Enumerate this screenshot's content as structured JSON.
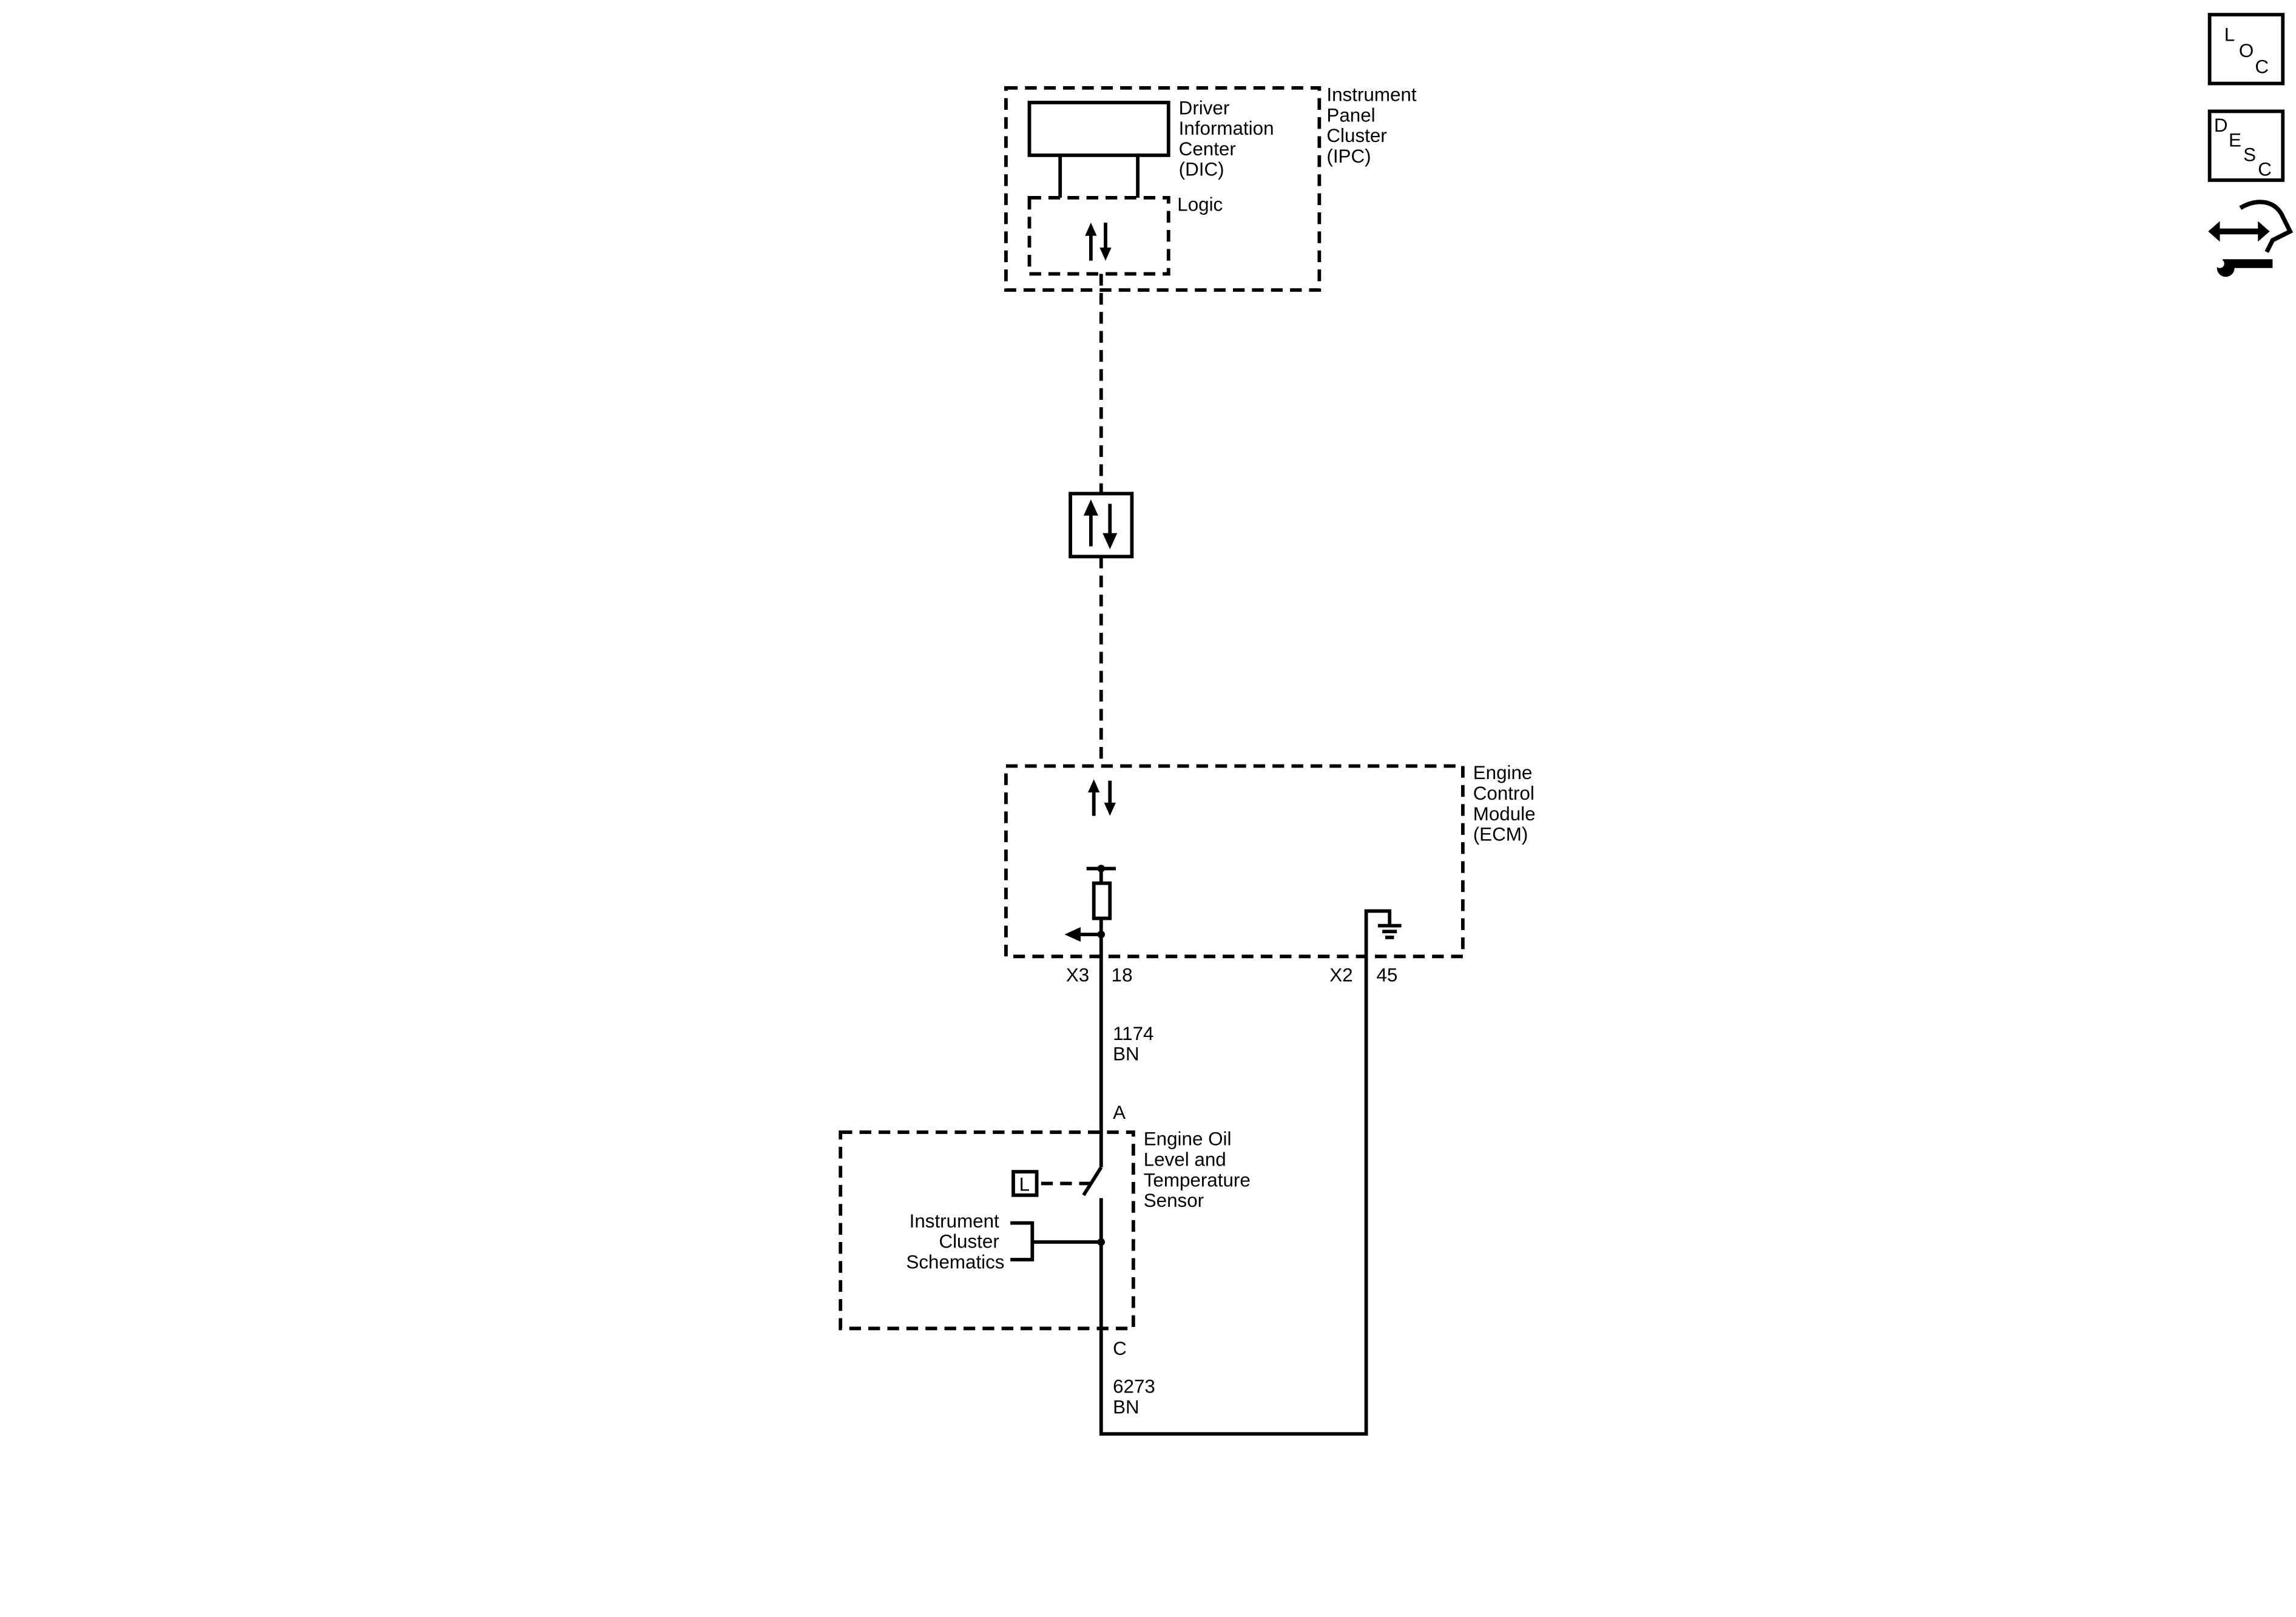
{
  "ipc": {
    "label": [
      "Instrument",
      "Panel",
      "Cluster",
      "(IPC)"
    ],
    "dic_label": [
      "Driver",
      "Information",
      "Center",
      "(DIC)"
    ],
    "logic_label": "Logic"
  },
  "ecm": {
    "label": [
      "Engine",
      "Control",
      "Module",
      "(ECM)"
    ],
    "pin_left": {
      "connector": "X3",
      "pin": "18"
    },
    "pin_right": {
      "connector": "X2",
      "pin": "45"
    }
  },
  "wires": {
    "upper": {
      "circuit": "1174",
      "color": "BN"
    },
    "lower": {
      "circuit": "6273",
      "color": "BN"
    }
  },
  "sensor": {
    "label": [
      "Engine Oil",
      "Level and",
      "Temperature",
      "Sensor"
    ],
    "pin_top": "A",
    "pin_bottom": "C",
    "l_marker": "L",
    "reference": [
      "Instrument",
      "Cluster",
      "Schematics"
    ]
  },
  "side_icons": {
    "loc": {
      "letters": [
        "L",
        "O",
        "C"
      ],
      "icon": "location-icon"
    },
    "desc": {
      "letters": [
        "D",
        "E",
        "S",
        "C"
      ],
      "icon": "description-icon"
    },
    "tools": {
      "icon": "connector-wrench-icon"
    }
  }
}
